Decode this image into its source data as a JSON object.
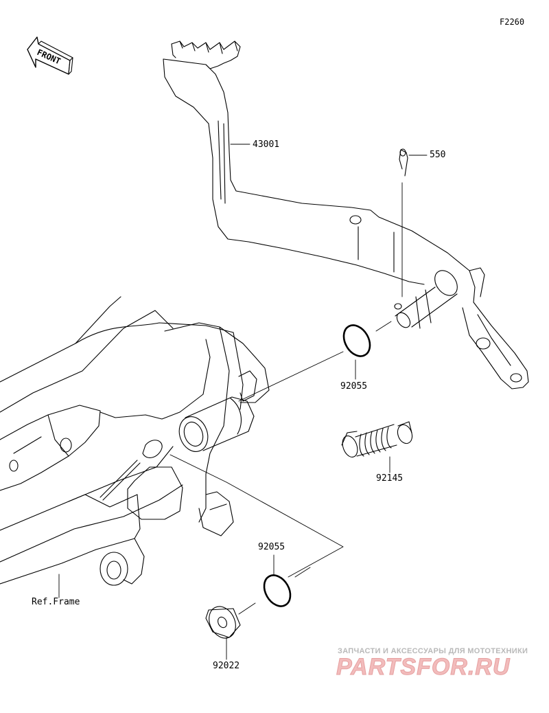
{
  "diagram": {
    "code": "F2260",
    "front_label": "FRONT",
    "parts": [
      {
        "id": "43001",
        "label": "43001"
      },
      {
        "id": "550",
        "label": "550"
      },
      {
        "id": "92055a",
        "label": "92055"
      },
      {
        "id": "92145",
        "label": "92145"
      },
      {
        "id": "92055b",
        "label": "92055"
      },
      {
        "id": "92022",
        "label": "92022"
      }
    ],
    "ref_frame": "Ref.Frame"
  },
  "watermark": {
    "line1": "ЗАПЧАСТИ И АКСЕССУАРЫ ДЛЯ МОТОТЕХНИКИ",
    "line2": "PARTSFOR.RU"
  },
  "colors": {
    "line": "#000000",
    "watermark_text": "#b9b9b9",
    "watermark_logo": "#f2bcbc"
  }
}
